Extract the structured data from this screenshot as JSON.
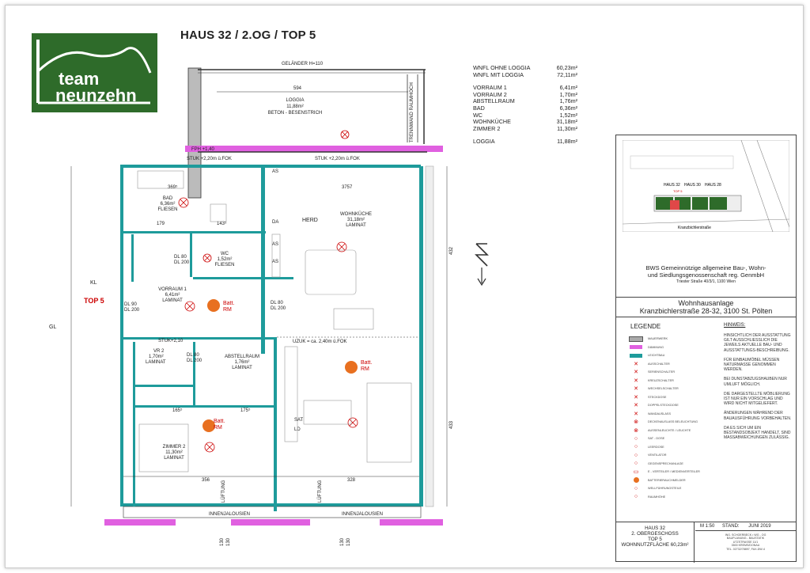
{
  "title": "HAUS 32 / 2.OG / TOP 5",
  "logo": {
    "line1": "team",
    "line2": "neunzehn"
  },
  "areas": [
    {
      "label": "WNFL OHNE LOGGIA",
      "value": "60,23m²"
    },
    {
      "label": "WNFL MIT LOGGIA",
      "value": "72,11m²"
    },
    {
      "label": "VORRAUM 1",
      "value": "6,41m²"
    },
    {
      "label": "VORRAUM 2",
      "value": "1,70m²"
    },
    {
      "label": "ABSTELLRAUM",
      "value": "1,76m²"
    },
    {
      "label": "BAD",
      "value": "6,36m²"
    },
    {
      "label": "WC",
      "value": "1,52m²"
    },
    {
      "label": "WOHNKÜCHE",
      "value": "31,18m²"
    },
    {
      "label": "ZIMMER 2",
      "value": "11,30m²"
    },
    {
      "label": "LOGGIA",
      "value": "11,88m²"
    }
  ],
  "plan": {
    "gelaender": "GELÄNDER H=110",
    "loggia_dim": "594",
    "loggia_name": "LOGGIA",
    "loggia_area": "11,88m²",
    "loggia_floor": "BETON - BESENSTRICH",
    "trennwand": "TRENNWAND RAUMHOCH",
    "fph": "FPH +1,40",
    "stuk1": "STUK +2,20m ü.FOK",
    "stuk2": "STUK +2,20m ü.FOK",
    "bad_name": "BAD",
    "bad_area": "6,36m²",
    "bad_floor": "FLIESEN",
    "wohn_name": "WOHNKÜCHE",
    "wohn_area": "31,18m²",
    "wohn_floor": "LAMINAT",
    "wc_name": "WC",
    "wc_area": "1,52m²",
    "wc_floor": "FLIESEN",
    "vorraum1_name": "VORRAUM 1",
    "vorraum1_area": "6,41m²",
    "vorraum1_floor": "LAMINAT",
    "top5": "TOP 5",
    "kl": "KL",
    "gl": "GL",
    "batt": "Batt.",
    "rm": "RM",
    "stuk3": "STUK+2,10",
    "uzuk": "UZUK = ca. 2,40m ü.FOK",
    "vr2_name": "VR 2",
    "vr2_area": "1,70m²",
    "vr2_floor": "LAMINAT",
    "abst_name": "ABSTELLRAUM",
    "abst_area": "1,76m²",
    "abst_floor": "LAMINAT",
    "zim2_name": "ZIMMER 2",
    "zim2_area": "11,30m²",
    "zim2_floor": "LAMINAT",
    "dim_356": "356",
    "dim_328": "328",
    "dim_432": "432",
    "dim_433": "433",
    "dim_3757": "3757",
    "dim_179": "179",
    "dim_143": "143⁵",
    "dim_369": "369⁵",
    "dim_165": "165⁵",
    "dim_175": "175⁵",
    "lueftung": "LÜFTUNG",
    "innenjalousien": "INNENJALOUSIEN",
    "dl90": "DL 90",
    "dl200": "DL 200",
    "dl80": "DL 80",
    "herd": "HERD",
    "as": "AS",
    "da": "DA",
    "sat": "SAT",
    "ld": "LD",
    "dim_130a": "130",
    "dim_130b": "130",
    "dim_130c": "130",
    "dim_130d": "130"
  },
  "info": {
    "map_labels": {
      "haus32": "HAUS 32",
      "haus30": "HAUS 30",
      "haus28": "HAUS 28",
      "top5": "TOP 5",
      "street": "Kranzbichlerstraße"
    },
    "bws_line1": "BWS Gemeinnützige allgemeine Bau-, Wohn-",
    "bws_line2": "und Siedlungsgenossenschaft reg. GenmbH",
    "bws_addr": "Triester Straße 40/3/1, 1100 Wien",
    "proj_line1": "Wohnhausanlage",
    "proj_line2": "Kranzbichlerstraße 28-32, 3100 St. Pölten",
    "legend_title": "LEGENDE",
    "hinweis_title": "HINWEIS:",
    "legend": [
      {
        "sym": "gray",
        "text": "MAUERWERK"
      },
      {
        "sym": "pink",
        "text": "DÄMMUNG"
      },
      {
        "sym": "teal",
        "text": "LEICHTBAU"
      },
      {
        "sym": "x",
        "text": "AUSSCHALTER"
      },
      {
        "sym": "x",
        "text": "SERIENSCHALTER"
      },
      {
        "sym": "x",
        "text": "KREUZSCHALTER"
      },
      {
        "sym": "x",
        "text": "WECHSELSCHALTER"
      },
      {
        "sym": "x",
        "text": "STECKDOSE"
      },
      {
        "sym": "x",
        "text": "DOPPELSTECKDOSE"
      },
      {
        "sym": "x",
        "text": "WANDAUSLASS"
      },
      {
        "sym": "o",
        "text": "DECKENAUSLASS BELEUCHTUNG"
      },
      {
        "sym": "o",
        "text": "AUSSENLEUCHTE / LEUCHTE"
      },
      {
        "sym": "o",
        "text": "SAT - DOSE"
      },
      {
        "sym": "o",
        "text": "LEERDOSE"
      },
      {
        "sym": "o",
        "text": "VENTILATOR"
      },
      {
        "sym": "o",
        "text": "GEGENSPRECHANLAGE"
      },
      {
        "sym": "o",
        "text": "E - VERTEILER / MEDIENVERTEILER"
      },
      {
        "sym": "orange",
        "text": "BATTERIERAUCHMELDER"
      },
      {
        "sym": "o",
        "text": "WELLFÜHRUNGSTEILE"
      },
      {
        "sym": "o",
        "text": "RAUMHÖHE"
      }
    ],
    "notes": [
      "HINSICHTLICH DER AUSSTATTUNG GILT AUSSCHLIESSLICH DIE JEWEILS AKTUELLE BAU- UND AUSSTATTUNGS-BESCHREIBUNG.",
      "FÜR EINBAUMÖBEL MÜSSEN NATURMASSE GENOMMEN WERDEN.",
      "BEI DUNSTABZUGSHAUBEN NUR UMLUFT MÖGLICH.",
      "DIE DARGESTELLTE MÖBLIERUNG IST NUR EIN VORSCHLAG UND WIRD NICHT MITGELIEFERT.",
      "ÄNDERUNGEN WÄHREND DER BAUAUSFÜHRUNG VORBEHALTEN.",
      "DA ES SICH UM EIN BESTANDSOBJEKT HANDELT, SIND MASSABWEICHUNGEN ZULÄSSIG."
    ],
    "tb_line1": "HAUS 32",
    "tb_line2": "2. OBERGESCHOSS",
    "tb_line3": "TOP 5",
    "tb_line4": "WOHNNUTZFLÄCHE  60,23m²",
    "scale": "M 1:50",
    "stand_label": "STAND:",
    "stand_value": "JUNI 2019",
    "firm_lines": [
      "ING. SCHOERBECK • WG - OG",
      "BAUPLANUNG - BAUSTATIK",
      "UTZSTRASSE 11/1",
      "3500 KREMS/DONAU",
      "TEL. 02732/78897, FAX-DW-4"
    ]
  },
  "colors": {
    "wall_teal": "#1e9b9b",
    "wall_pink": "#e060e0",
    "logo_green": "#2e6b2a",
    "red": "#cc0000",
    "orange": "#e87020"
  }
}
